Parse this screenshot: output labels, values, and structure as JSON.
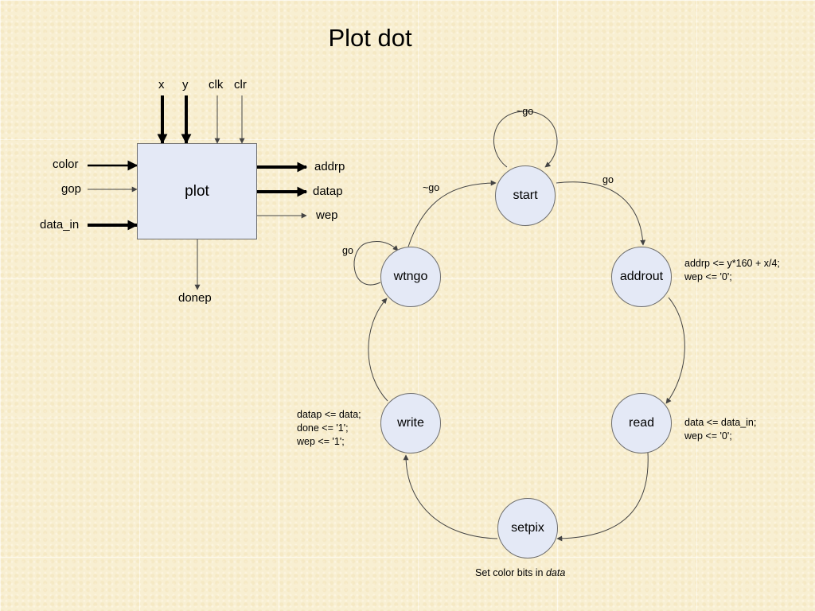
{
  "title": "Plot dot",
  "block": {
    "name": "plot",
    "inputs_top": [
      "x",
      "y",
      "clk",
      "clr"
    ],
    "inputs_left": [
      "color",
      "gop",
      "data_in"
    ],
    "outputs_right": [
      "addrp",
      "datap",
      "wep"
    ],
    "output_bottom": "donep"
  },
  "states": {
    "start": "start",
    "addrout": "addrout",
    "read": "read",
    "setpix": "setpix",
    "write": "write",
    "wtngo": "wtngo"
  },
  "transitions": {
    "start_self": "~go",
    "start_to_addrout": "go",
    "wtngo_to_start": "~go",
    "wtngo_self": "go"
  },
  "annotations": {
    "addrout": [
      "addrp <= y*160 + x/4;",
      "wep <= '0';"
    ],
    "read": [
      "data <= data_in;",
      "wep <= '0';"
    ],
    "write": [
      "datap <= data;",
      "done <= '1';",
      "wep <= '1';"
    ],
    "setpix_prefix": "Set color bits in",
    "setpix_italic": "data"
  }
}
